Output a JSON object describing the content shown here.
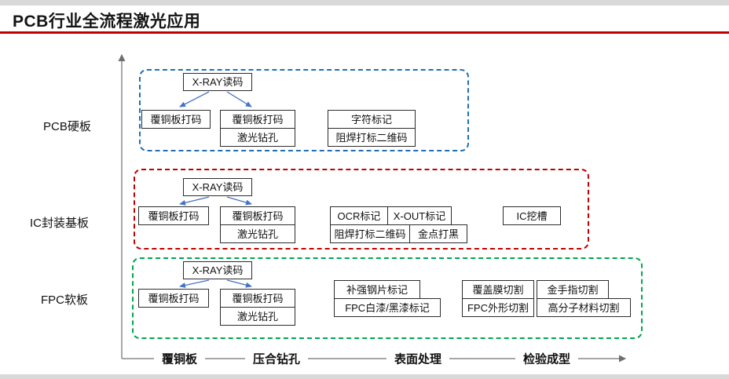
{
  "header": {
    "title": "PCB行业全流程激光应用"
  },
  "rows": {
    "pcb": {
      "label": "PCB硬板"
    },
    "ic": {
      "label": "IC封装基板"
    },
    "fpc": {
      "label": "FPC软板"
    }
  },
  "nodes": {
    "pcb": {
      "xray": "X-RAY读码",
      "ccl1": "覆铜板打码",
      "ccl2": "覆铜板打码",
      "drill": "激光钻孔",
      "char_mark": "字符标记",
      "solder_qr": "阻焊打标二维码"
    },
    "ic": {
      "xray": "X-RAY读码",
      "ccl1": "覆铜板打码",
      "ccl2": "覆铜板打码",
      "drill": "激光钻孔",
      "ocr": "OCR标记",
      "xout": "X-OUT标记",
      "solder_qr": "阻焊打标二维码",
      "gold_black": "金点打黑",
      "ic_slot": "IC挖槽"
    },
    "fpc": {
      "xray": "X-RAY读码",
      "ccl1": "覆铜板打码",
      "ccl2": "覆铜板打码",
      "drill": "激光钻孔",
      "stiffener": "补强钢片标记",
      "paint": "FPC白漆/黑漆标记",
      "coverlay": "覆盖膜切割",
      "gold_finger": "金手指切割",
      "outline": "FPC外形切割",
      "polymer": "高分子材料切割"
    }
  },
  "axis": {
    "stages": [
      "覆铜板",
      "压合钻孔",
      "表面处理",
      "检验成型"
    ]
  },
  "colors": {
    "title_rule": "#c00000",
    "group_pcb": "#1f6fb5",
    "group_ic": "#c00000",
    "group_fpc": "#00a651",
    "arrow": "#4472c4",
    "axis": "#7a7a7a"
  }
}
